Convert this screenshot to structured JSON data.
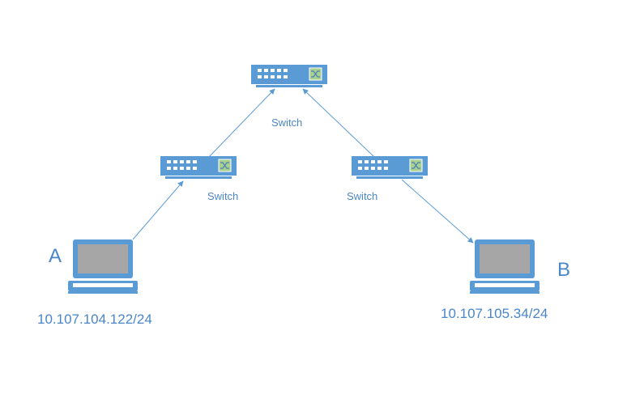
{
  "nodes": {
    "switch_top": {
      "label": "Switch",
      "icon": "network-switch-icon"
    },
    "switch_left": {
      "label": "Switch",
      "icon": "network-switch-icon"
    },
    "switch_right": {
      "label": "Switch",
      "icon": "network-switch-icon"
    },
    "host_a": {
      "letter": "A",
      "ip": "10.107.104.122/24",
      "icon": "laptop-icon"
    },
    "host_b": {
      "letter": "B",
      "ip": "10.107.105.34/24",
      "icon": "laptop-icon"
    }
  },
  "colors": {
    "device_blue": "#5b9bd5",
    "port_white": "#ffffff",
    "switch_badge_green": "#a9d18e",
    "screen_gray": "#a6a6a6",
    "text_blue": "#4a86c8",
    "link_line": "#5b9bd5"
  }
}
